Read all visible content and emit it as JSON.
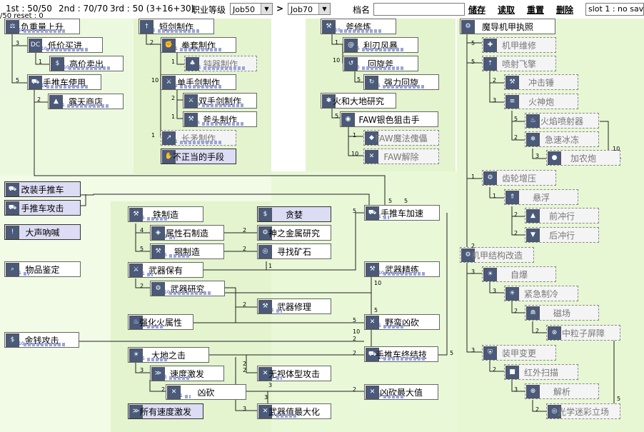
{
  "topbar": {
    "job_points": [
      "1st : 50/50",
      "2nd : 70/70",
      "3rd : 50 (3+16+30)"
    ],
    "row2": "/50    reset : 0",
    "job_level_label": "职业等级",
    "job_from": "Job50",
    "job_to": "Job70",
    "arrow": ">",
    "save_name_label": "档名",
    "save_name_value": "",
    "save": "储存",
    "load": "读取",
    "reset": "重置",
    "delete": "删除",
    "slot": "slot 1 : no save"
  },
  "nodes": [
    {
      "id": "n1",
      "label": "负重量上升",
      "lv": "10"
    },
    {
      "id": "n2",
      "label": "低价买进",
      "lv": "10"
    },
    {
      "id": "n3",
      "label": "高价卖出",
      "lv": "10"
    },
    {
      "id": "n4",
      "label": "手推车使用",
      "lv": "10"
    },
    {
      "id": "n5",
      "label": "露天商店",
      "lv": "1"
    },
    {
      "id": "n6",
      "label": "短剑制作",
      "lv": "1"
    },
    {
      "id": "n7",
      "label": "拳套制作",
      "lv": "1"
    },
    {
      "id": "n8",
      "label": "钝器制作",
      "lv": "1"
    },
    {
      "id": "n9",
      "label": "单手剑制作",
      "lv": "2"
    },
    {
      "id": "n10",
      "label": "双手剑制作",
      "lv": "3"
    },
    {
      "id": "n11",
      "label": "斧头制作",
      "lv": "3"
    },
    {
      "id": "n12",
      "label": "长矛制作",
      "lv": "1"
    },
    {
      "id": "n13",
      "label": "不正当的手段",
      "lv": ""
    },
    {
      "id": "n14",
      "label": "斧修炼",
      "lv": "10"
    },
    {
      "id": "n15",
      "label": "利刃风暴",
      "lv": "5"
    },
    {
      "id": "n16",
      "label": "回旋斧",
      "lv": "5"
    },
    {
      "id": "n17",
      "label": "强力回旋",
      "lv": "5"
    },
    {
      "id": "n18",
      "label": "火和大地研究",
      "lv": ""
    },
    {
      "id": "n19",
      "label": "FAW银色狙击手",
      "lv": ""
    },
    {
      "id": "n20",
      "label": "FAW魔法傀儡",
      "lv": ""
    },
    {
      "id": "n21",
      "label": "FAW解除",
      "lv": ""
    },
    {
      "id": "n22",
      "label": "魔导机甲执照",
      "lv": ""
    },
    {
      "id": "n23",
      "label": "机甲维修",
      "lv": ""
    },
    {
      "id": "n24",
      "label": "喷射飞擎",
      "lv": ""
    },
    {
      "id": "n25",
      "label": "冲击锤",
      "lv": ""
    },
    {
      "id": "n26",
      "label": "火神炮",
      "lv": ""
    },
    {
      "id": "n27",
      "label": "火焰喷射器",
      "lv": ""
    },
    {
      "id": "n28",
      "label": "急速冰冻",
      "lv": ""
    },
    {
      "id": "n29",
      "label": "加农炮",
      "lv": ""
    },
    {
      "id": "n30",
      "label": "齿轮增压",
      "lv": ""
    },
    {
      "id": "n31",
      "label": "悬浮",
      "lv": ""
    },
    {
      "id": "n32",
      "label": "前冲行",
      "lv": ""
    },
    {
      "id": "n33",
      "label": "后冲行",
      "lv": ""
    },
    {
      "id": "n34",
      "label": "机甲结构改造",
      "lv": ""
    },
    {
      "id": "n35",
      "label": "自爆",
      "lv": ""
    },
    {
      "id": "n36",
      "label": "紧急制冷",
      "lv": ""
    },
    {
      "id": "n37",
      "label": "磁场",
      "lv": ""
    },
    {
      "id": "n38",
      "label": "中粒子屏障",
      "lv": ""
    },
    {
      "id": "n39",
      "label": "装甲变更",
      "lv": ""
    },
    {
      "id": "n40",
      "label": "红外扫描",
      "lv": ""
    },
    {
      "id": "n41",
      "label": "解析",
      "lv": ""
    },
    {
      "id": "n42",
      "label": "光学迷彩立场",
      "lv": ""
    },
    {
      "id": "n43",
      "label": "改装手推车",
      "lv": ""
    },
    {
      "id": "n44",
      "label": "手推车攻击",
      "lv": ""
    },
    {
      "id": "n45",
      "label": "大声吶喊",
      "lv": ""
    },
    {
      "id": "n46",
      "label": "物品鉴定",
      "lv": "1"
    },
    {
      "id": "n47",
      "label": "金钱攻击",
      "lv": "10"
    },
    {
      "id": "n48",
      "label": "铁制造",
      "lv": "5"
    },
    {
      "id": "n49",
      "label": "贪婪",
      "lv": ""
    },
    {
      "id": "n50",
      "label": "属性石制造",
      "lv": "1"
    },
    {
      "id": "n51",
      "label": "神之金属研究",
      "lv": ""
    },
    {
      "id": "n52",
      "label": "钢制造",
      "lv": "5"
    },
    {
      "id": "n53",
      "label": "寻找矿石",
      "lv": ""
    },
    {
      "id": "n54",
      "label": "武器保有",
      "lv": "1"
    },
    {
      "id": "n55",
      "label": "武器精练",
      "lv": "10"
    },
    {
      "id": "n56",
      "label": "武器研究",
      "lv": "10"
    },
    {
      "id": "n57",
      "label": "武器修理",
      "lv": "1"
    },
    {
      "id": "n58",
      "label": "强化火属性",
      "lv": "4"
    },
    {
      "id": "n59",
      "label": "野蛮凶砍",
      "lv": "5"
    },
    {
      "id": "n60",
      "label": "大地之击",
      "lv": "5"
    },
    {
      "id": "n61",
      "label": "手推车终结技",
      "lv": "10"
    },
    {
      "id": "n62",
      "label": "速度激发",
      "lv": "5"
    },
    {
      "id": "n63",
      "label": "无视体型攻击",
      "lv": "1"
    },
    {
      "id": "n64",
      "label": "凶砍",
      "lv": "1"
    },
    {
      "id": "n65",
      "label": "凶砍最大值",
      "lv": "5"
    },
    {
      "id": "n66",
      "label": "所有速度激发",
      "lv": ""
    },
    {
      "id": "n67",
      "label": "武器值最大化",
      "lv": "5"
    },
    {
      "id": "n68",
      "label": "手推车加速",
      "lv": "1"
    }
  ],
  "numbers": [
    "3",
    "5",
    "1",
    "2",
    "5",
    "5",
    "2",
    "1",
    "10",
    "2",
    "1",
    "1",
    "1",
    "10",
    "5",
    "5",
    "1",
    "10",
    "5",
    "5",
    "2",
    "3",
    "5",
    "2",
    "3",
    "10",
    "1",
    "1",
    "2",
    "2",
    "2",
    "3",
    "3",
    "2",
    "2",
    "3",
    "2",
    "3",
    "2",
    "5",
    "4",
    "2",
    "2",
    "5",
    "10",
    "5",
    "1",
    "5",
    "5",
    "10",
    "2",
    "2",
    "2",
    "2",
    "3",
    "2",
    "2",
    "3",
    "3",
    "3",
    "2",
    "5",
    "2"
  ]
}
